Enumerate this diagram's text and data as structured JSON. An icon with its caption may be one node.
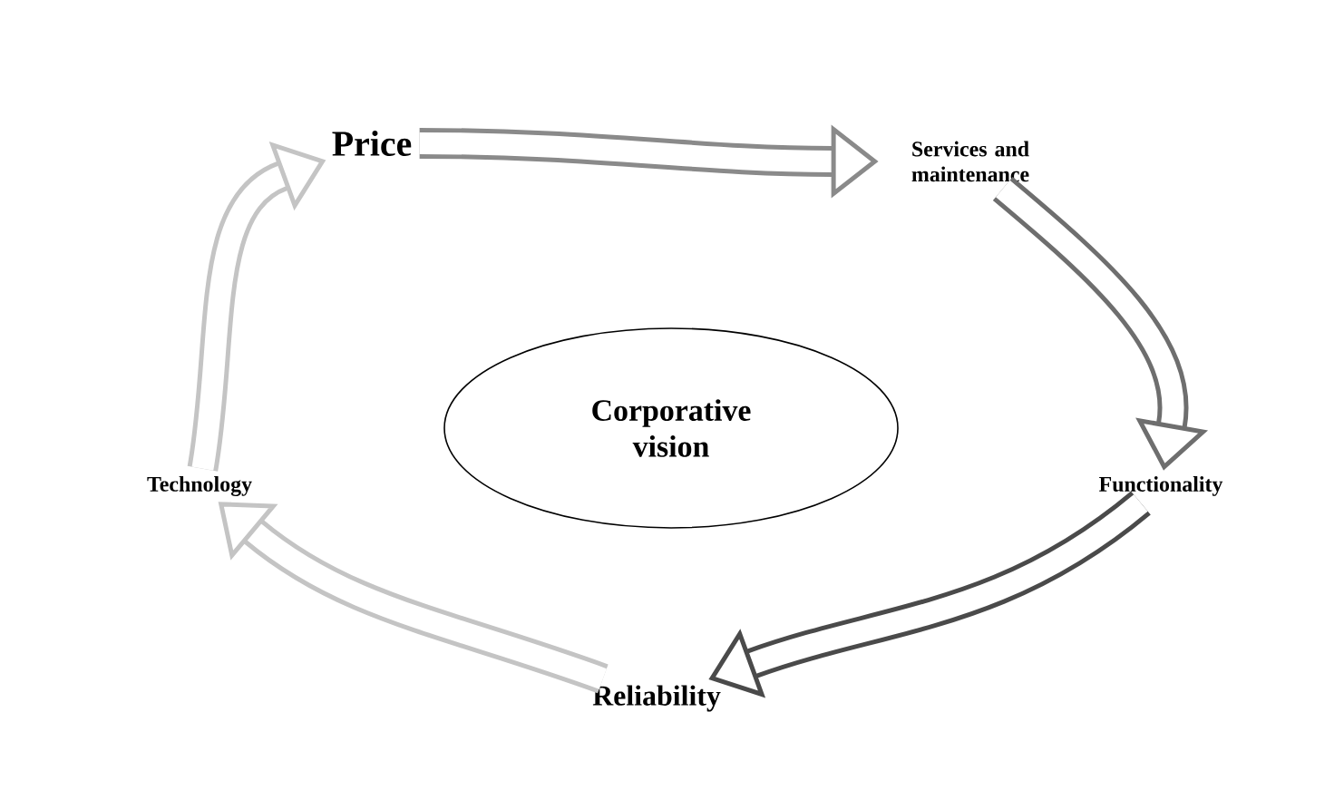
{
  "diagram": {
    "nodes": [
      {
        "text": [
          "Corporative vision"
        ]
      },
      {
        "text": [
          "Price"
        ]
      },
      {
        "text": [
          "Services and maintenance"
        ]
      },
      {
        "text": [
          "Functionality"
        ]
      },
      {
        "text": [
          "Reliability"
        ]
      },
      {
        "text": [
          "Technology"
        ]
      }
    ],
    "edges": [
      {
        "from": 1,
        "to": 2,
        "arrow": "to",
        "color": "#8a8a8a"
      },
      {
        "from": 2,
        "to": 3,
        "arrow": "to",
        "color": "#6e6e6e"
      },
      {
        "from": 3,
        "to": 4,
        "arrow": "to",
        "color": "#4a4a4a"
      },
      {
        "from": 4,
        "to": 5,
        "arrow": "to",
        "color": "#c4c4c4"
      },
      {
        "from": 5,
        "to": 1,
        "arrow": "to",
        "color": "#c4c4c4"
      }
    ]
  }
}
